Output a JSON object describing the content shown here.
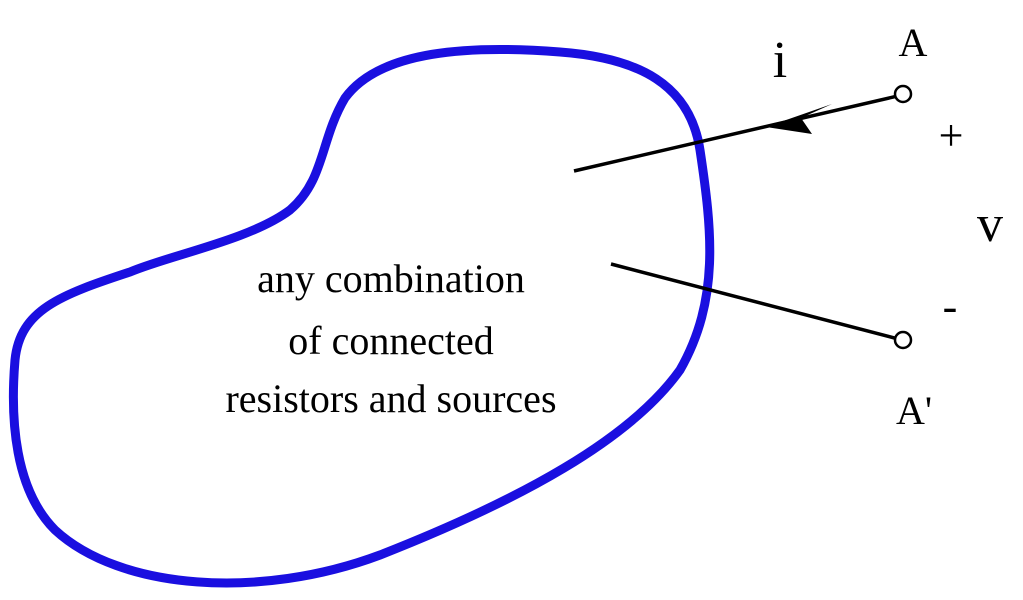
{
  "region": {
    "label_lines": [
      "any combination",
      "of connected",
      "resistors and sources"
    ],
    "outline_color": "#1a0fe0"
  },
  "terminals": {
    "top_name": "A",
    "bottom_name": "A'"
  },
  "signs": {
    "plus": "+",
    "minus": "-"
  },
  "variables": {
    "current": "i",
    "voltage": "v"
  },
  "colors": {
    "wire": "#000000",
    "background": "#ffffff"
  }
}
